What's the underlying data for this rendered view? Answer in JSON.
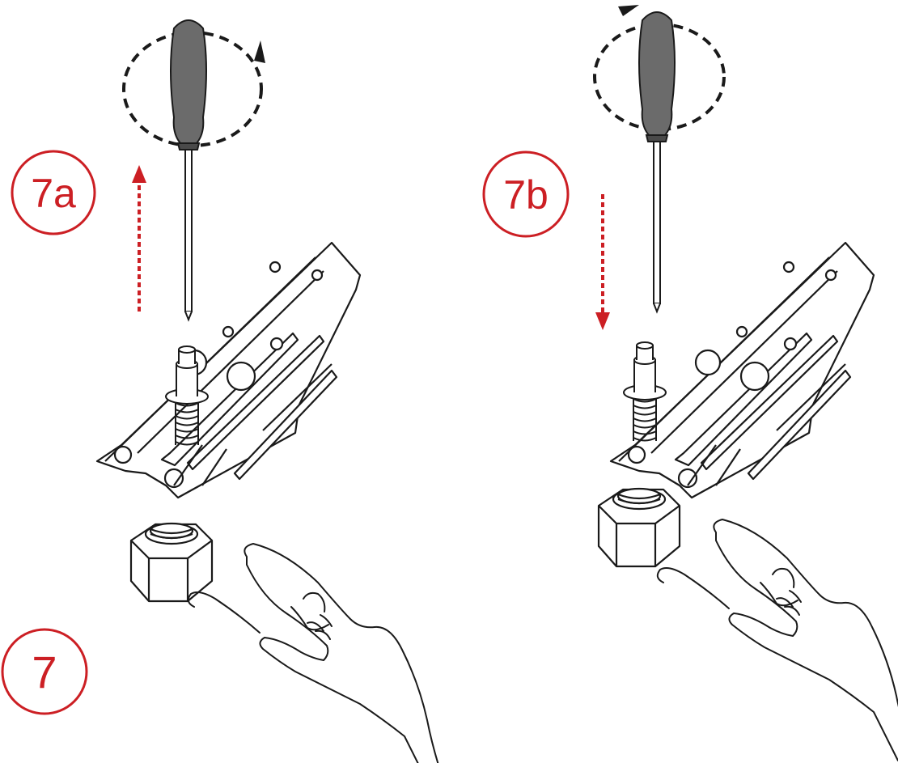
{
  "steps": {
    "main": "7",
    "a": "7a",
    "b": "7b"
  },
  "colors": {
    "accent": "#cc1f24",
    "line": "#1a1a1a",
    "handle": "#6b6b6b"
  },
  "icons": [
    "screwdriver-icon",
    "rotation-arrow-icon",
    "direction-arrow-icon",
    "mounting-bracket-icon",
    "hex-nut-icon",
    "hand-icon"
  ]
}
